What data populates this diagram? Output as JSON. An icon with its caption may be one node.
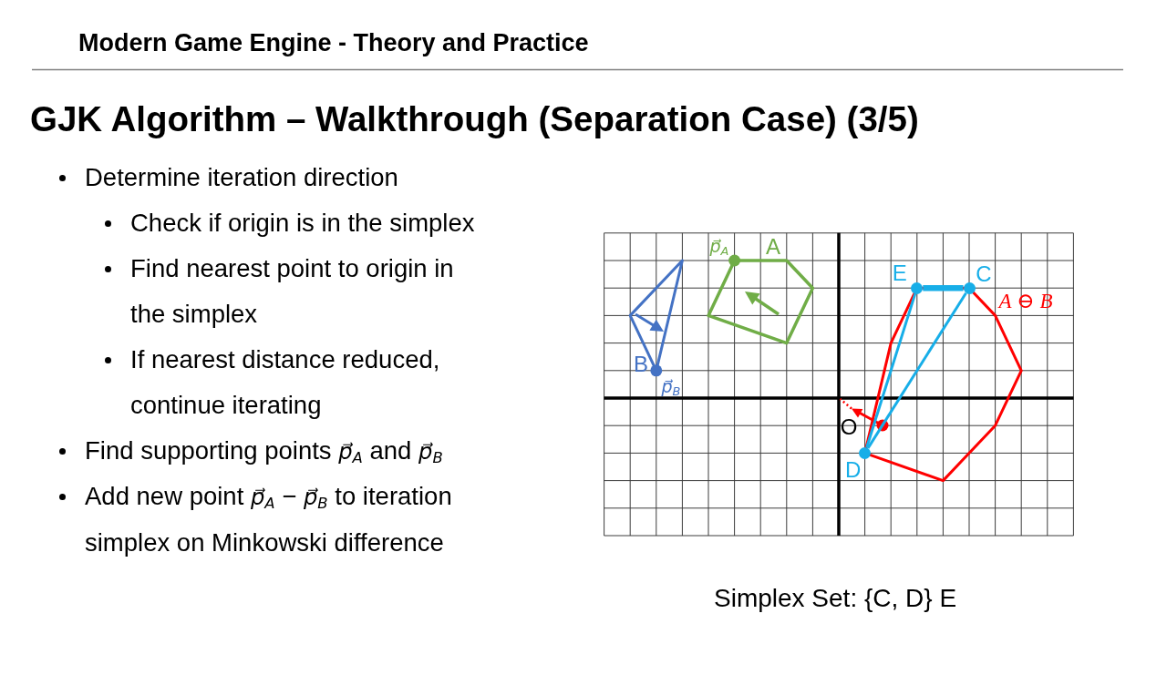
{
  "diagram": {
    "title": "GJK Algorithm – Walkthrough (Separation Case) (3/5)",
    "caption": "Simplex Set: {C, D} E",
    "nodes": [
      {
        "text": [],
        "shape": "circle",
        "beside": [
          "E"
        ]
      },
      {
        "text": [],
        "shape": "circle",
        "beside": [
          "C"
        ]
      },
      {
        "text": [],
        "shape": "circle",
        "beside": [
          "D"
        ]
      }
    ],
    "edges": [
      {
        "from": 0,
        "to": 1,
        "arrow": "none",
        "style": "thick"
      },
      {
        "from": 1,
        "to": 2,
        "arrow": "none"
      },
      {
        "from": 2,
        "to": 0,
        "arrow": "none"
      }
    ],
    "labels": [
      "Modern Game Engine - Theory and Practice",
      "Determine iteration direction",
      "Check if origin is in the simplex",
      "Find nearest point to origin in the simplex",
      "If nearest distance reduced, continue iterating",
      "Find supporting points *p⃗*$_{A}$ and *p⃗*$_{B}$",
      "Add new point *p⃗*$_{A}$ − *p⃗*$_{B}$ to iteration simplex on Minkowski difference",
      "p⃗$_{A}$",
      "A",
      "*A* ⊖ *B*",
      "B",
      "p⃗$_{B}$",
      "O"
    ]
  }
}
